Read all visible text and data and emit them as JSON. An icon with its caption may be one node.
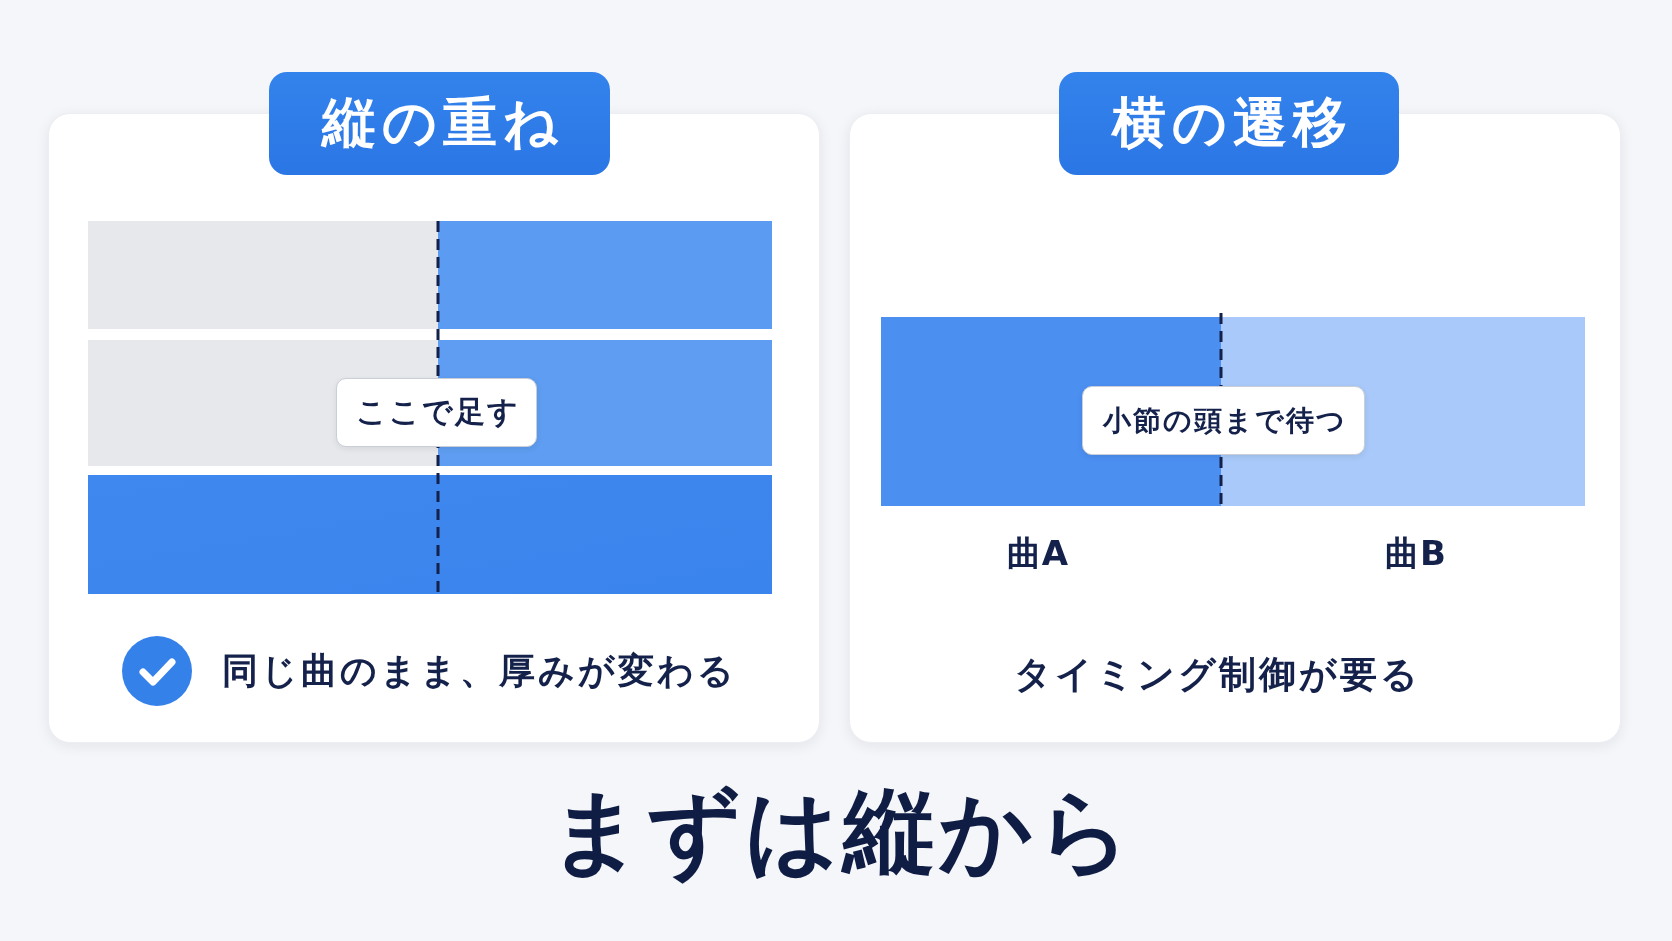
{
  "diagram": {
    "title": "まずは縦から",
    "nodes": [
      {
        "text": [
          "縦の重ね",
          "同じ曲のまま、厚みが変わる"
        ]
      },
      {
        "text": [
          "ここで足す"
        ],
        "in": 0
      },
      {
        "text": [
          "横の遷移",
          "タイミング制御が要る"
        ]
      },
      {
        "text": [
          "小節の頭まで待つ"
        ],
        "in": 2
      }
    ],
    "labels": [
      "曲A",
      "曲B"
    ]
  }
}
